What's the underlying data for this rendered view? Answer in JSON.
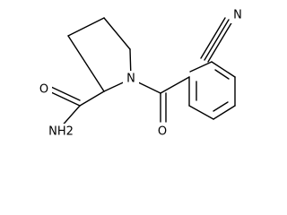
{
  "molecule": {
    "atoms": {
      "nitrile_n": "N",
      "ring_n": "N",
      "carbonyl_o": "O",
      "amide_o": "O",
      "amide_nh2": "NH2"
    },
    "colors": {
      "bond": "#000000",
      "label": "#000000",
      "background": "#ffffff"
    }
  }
}
